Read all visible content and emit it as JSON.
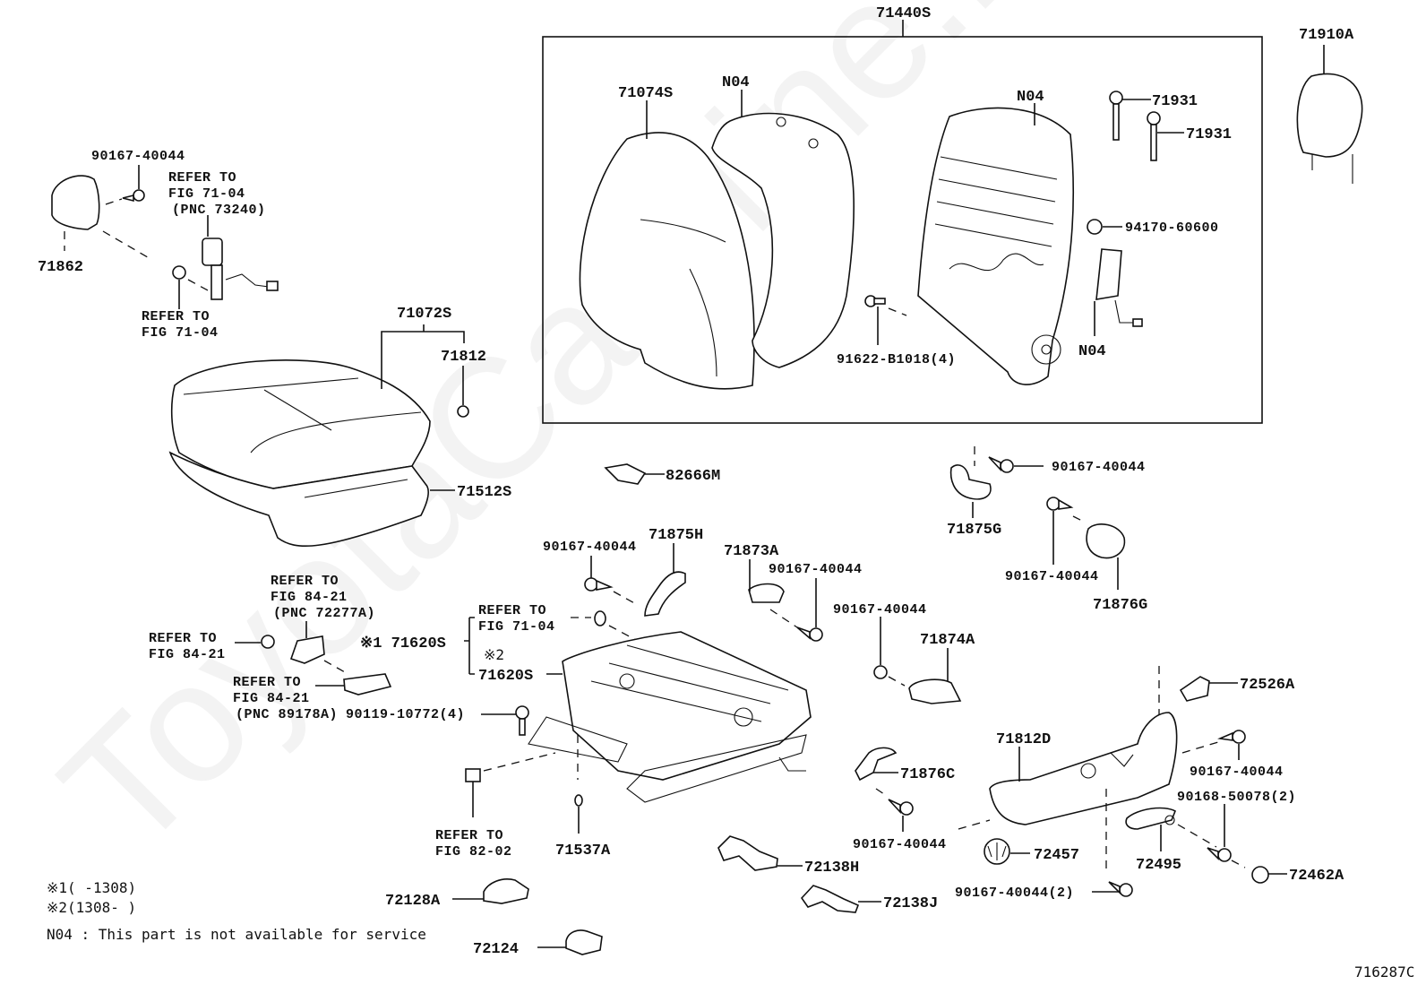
{
  "watermark": "ToyotaCarMine.ru",
  "figure_id": "716287C",
  "group_box_label": "71440S",
  "labels": {
    "l71910A": "71910A",
    "l71074S": "71074S",
    "lN04_a": "N04",
    "lN04_b": "N04",
    "lN04_c": "N04",
    "l71931_a": "71931",
    "l71931_b": "71931",
    "l94170": "94170-60600",
    "l91622": "91622-B1018(4)",
    "l90167_top": "90167-40044",
    "l71862": "71862",
    "refer_71_04_pnc": [
      "REFER TO",
      "FIG 71-04",
      "(PNC 73240)"
    ],
    "refer_71_04_a": [
      "REFER TO",
      "FIG 71-04"
    ],
    "l71072S": "71072S",
    "l71812": "71812",
    "l71512S": "71512S",
    "l82666M": "82666M",
    "l90167_875h": "90167-40044",
    "l71875H": "71875H",
    "l71873A": "71873A",
    "l90167_873a": "90167-40044",
    "l90167_874a": "90167-40044",
    "l71874A": "71874A",
    "l90167_875g": "90167-40044",
    "l71875G": "71875G",
    "l90167_876g": "90167-40044",
    "l71876G": "71876G",
    "refer_84_21_pnc1": [
      "REFER TO",
      "FIG 84-21",
      "(PNC 72277A)"
    ],
    "refer_84_21": [
      "REFER TO",
      "FIG 84-21"
    ],
    "refer_84_21_pnc2": [
      "REFER TO",
      "FIG 84-21",
      "(PNC 89178A)"
    ],
    "l90119": "90119-10772(4)",
    "l71620S_1": "※1 71620S",
    "refer_71_04_b": [
      "REFER TO",
      "FIG 71-04"
    ],
    "l71620S_2_mark": "※2",
    "l71620S_2": "71620S",
    "l72526A": "72526A",
    "l71812D": "71812D",
    "l90167_812d": "90167-40044",
    "l90168": "90168-50078(2)",
    "l71876C": "71876C",
    "l90167_876c": "90167-40044",
    "l72457": "72457",
    "l72495": "72495",
    "l90167_2": "90167-40044(2)",
    "l72462A": "72462A",
    "l72138H": "72138H",
    "l72138J": "72138J",
    "refer_82_02": [
      "REFER TO",
      "FIG 82-02"
    ],
    "l71537A": "71537A",
    "l72128A": "72128A",
    "l72124": "72124"
  },
  "notes": {
    "note1": "※1(    -1308)",
    "note2": "※2(1308-    )",
    "note3": "N04 : This part is not available for service"
  }
}
